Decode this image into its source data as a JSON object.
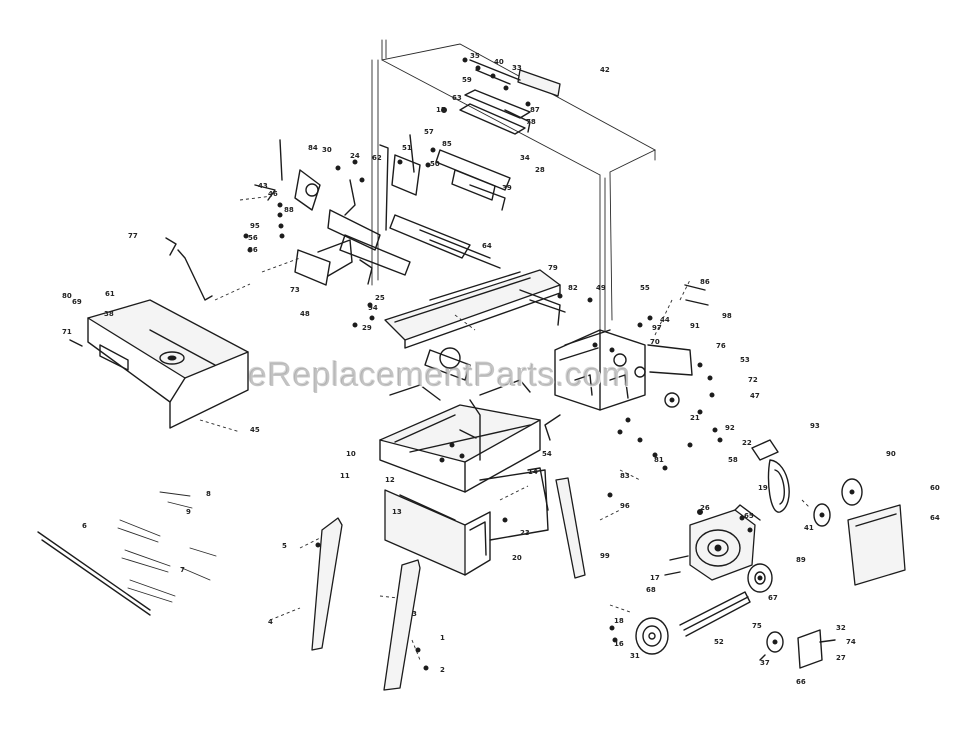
{
  "watermark": "eReplacementParts.com",
  "callouts": [
    "35",
    "40",
    "33",
    "42",
    "59",
    "63",
    "15",
    "87",
    "78",
    "57",
    "85",
    "84",
    "30",
    "24",
    "62",
    "51",
    "50",
    "34",
    "28",
    "39",
    "43",
    "46",
    "88",
    "95",
    "56",
    "36",
    "77",
    "61",
    "80",
    "69",
    "38",
    "71",
    "45",
    "73",
    "25",
    "94",
    "48",
    "29",
    "64",
    "79",
    "82",
    "49",
    "55",
    "86",
    "98",
    "44",
    "91",
    "97",
    "70",
    "76",
    "53",
    "72",
    "47",
    "21",
    "92",
    "22",
    "81",
    "58",
    "83",
    "54",
    "14",
    "10",
    "11",
    "12",
    "13",
    "20",
    "23",
    "99",
    "96",
    "93",
    "90",
    "60",
    "64",
    "19",
    "41",
    "26",
    "65",
    "89",
    "17",
    "68",
    "18",
    "16",
    "31",
    "52",
    "75",
    "37",
    "67",
    "32",
    "74",
    "27",
    "66",
    "1",
    "2",
    "3",
    "4",
    "5",
    "6",
    "7",
    "8",
    "9"
  ]
}
